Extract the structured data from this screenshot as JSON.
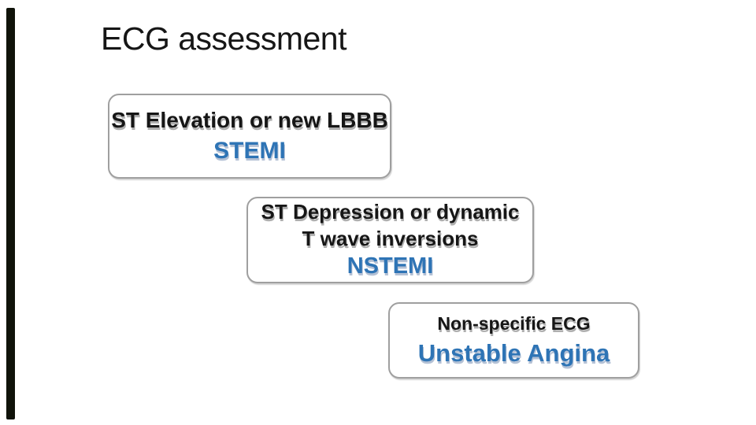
{
  "slide": {
    "title": "ECG assessment",
    "boxes": [
      {
        "line1": "ST Elevation or new LBBB",
        "diagnosis": "STEMI"
      },
      {
        "line1": "ST Depression or dynamic",
        "line2": "T wave inversions",
        "diagnosis": "NSTEMI"
      },
      {
        "line1": "Non-specific ECG",
        "diagnosis": "Unstable Angina"
      }
    ],
    "colors": {
      "diagnosis-blue": "#2E74B5",
      "text-black": "#161616",
      "box-border": "#9f9f9f",
      "accent-bar": "#10130a"
    }
  }
}
